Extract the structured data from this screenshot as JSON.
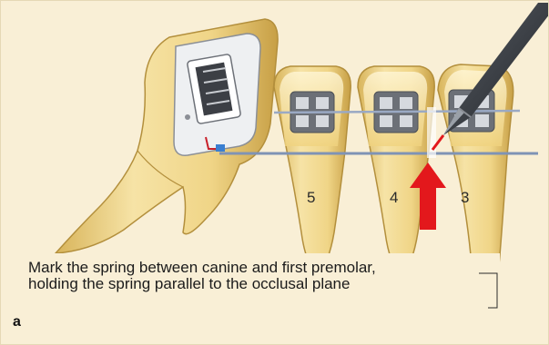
{
  "tooth_labels": [
    "5",
    "4",
    "3"
  ],
  "caption": {
    "line1": "Mark the spring between canine and first premolar,",
    "line2": "holding the spring parallel to the occlusal plane"
  },
  "panel_letter": "a",
  "icons": [
    "molar-tooth-icon",
    "premolar-tooth-icon",
    "canine-tooth-icon",
    "bracket-icon",
    "marker-pen-icon",
    "red-arrow-icon"
  ],
  "colors": {
    "background": "#f9efd6",
    "tooth": "#f1d78a",
    "tooth_shadow": "#c9a44c",
    "wire": "#7f93b5",
    "arrow": "#e3181c",
    "pen": "#2c2f34"
  }
}
